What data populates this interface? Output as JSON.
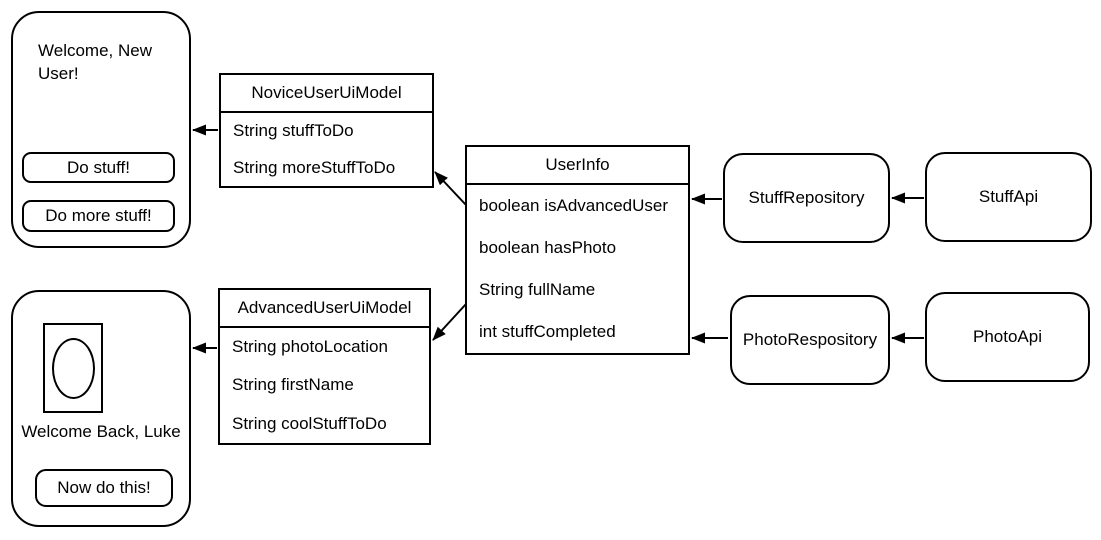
{
  "diagram": {
    "background": "#ffffff",
    "stroke_color": "#000000",
    "classes": {
      "novice": {
        "title": "NoviceUserUiModel",
        "fields": [
          "String stuffToDo",
          "String moreStuffToDo"
        ]
      },
      "userinfo": {
        "title": "UserInfo",
        "fields": [
          "boolean isAdvancedUser",
          "boolean hasPhoto",
          "String fullName",
          "int stuffCompleted"
        ]
      },
      "advanced": {
        "title": "AdvancedUserUiModel",
        "fields": [
          "String photoLocation",
          "String firstName",
          "String coolStuffToDo"
        ]
      }
    },
    "components": {
      "stuff_repository": {
        "label": "StuffRepository"
      },
      "stuff_api": {
        "label": "StuffApi"
      },
      "photo_repository": {
        "label": "PhotoRespository"
      },
      "photo_api": {
        "label": "PhotoApi"
      }
    },
    "screens": {
      "novice": {
        "greeting": "Welcome, New User!",
        "buttons": [
          "Do stuff!",
          "Do more stuff!"
        ]
      },
      "advanced": {
        "greeting": "Welcome Back, Luke",
        "button": "Now do this!"
      }
    },
    "edges": [
      {
        "from": "StuffApi",
        "to": "StuffRepository"
      },
      {
        "from": "StuffRepository",
        "to": "UserInfo"
      },
      {
        "from": "PhotoApi",
        "to": "PhotoRespository"
      },
      {
        "from": "PhotoRespository",
        "to": "UserInfo"
      },
      {
        "from": "UserInfo",
        "to": "NoviceUserUiModel"
      },
      {
        "from": "UserInfo",
        "to": "AdvancedUserUiModel"
      },
      {
        "from": "NoviceUserUiModel",
        "to": "novice-screen"
      },
      {
        "from": "AdvancedUserUiModel",
        "to": "advanced-screen"
      }
    ]
  }
}
